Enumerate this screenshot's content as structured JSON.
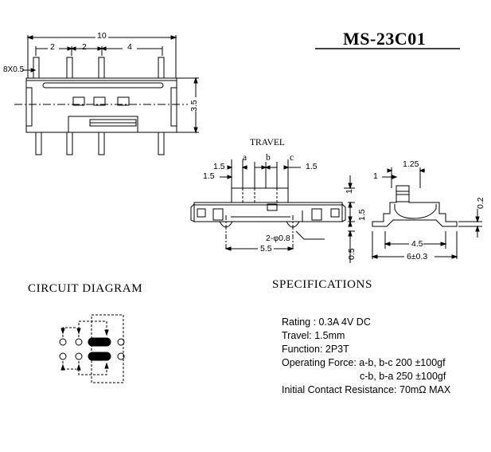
{
  "model": "MS-23C01",
  "front_view": {
    "width_dim": "10",
    "pitch_1": "2",
    "pitch_2": "2",
    "pitch_3": "4",
    "pin_size": "8X0.5",
    "height_dim": "3.5"
  },
  "side_view": {
    "travel_label": "TRAVEL",
    "pos_a": "a",
    "pos_b": "b",
    "pos_c": "c",
    "left_offset": "1.5",
    "right_offset": "1.5",
    "lower_left_offset": "1.5",
    "top_dim": "1",
    "side_dim": "1.5",
    "hole_dim": "2-φ0.8",
    "bottom_span": "5.5",
    "bottom_height": "0.5"
  },
  "end_view": {
    "left_dim": "1",
    "top_width": "1.25",
    "side_height": "0.2",
    "inner_width": "4.5",
    "outer_width": "6±0.3"
  },
  "circuit": {
    "heading": "CIRCUIT DIAGRAM"
  },
  "specifications": {
    "heading": "SPECIFICATIONS",
    "lines": [
      "Rating : 0.3A 4V DC",
      "Travel: 1.5mm",
      "Function: 2P3T",
      "Operating Force: a-b, b-c 200 ±100gf",
      "c-b, b-a 250 ±100gf",
      "Initial Contact Resistance: 70mΩ MAX"
    ]
  }
}
